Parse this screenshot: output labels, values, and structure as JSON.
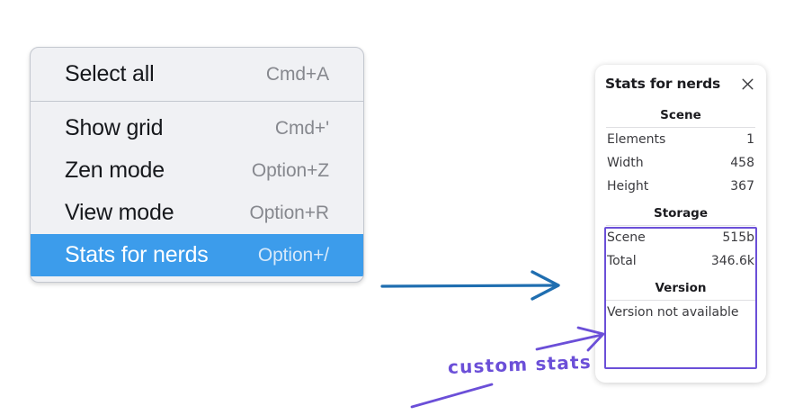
{
  "context_menu": {
    "name": "canvas-context-menu",
    "groups": [
      {
        "items": [
          {
            "label": "Select all",
            "shortcut": "Cmd+A",
            "selected": false
          }
        ]
      },
      {
        "items": [
          {
            "label": "Show grid",
            "shortcut": "Cmd+'",
            "selected": false
          },
          {
            "label": "Zen mode",
            "shortcut": "Option+Z",
            "selected": false
          },
          {
            "label": "View mode",
            "shortcut": "Option+R",
            "selected": false
          },
          {
            "label": "Stats for nerds",
            "shortcut": "Option+/",
            "selected": true
          }
        ]
      }
    ],
    "highlight_color": "#3c9ceb"
  },
  "stats_panel": {
    "title": "Stats for nerds",
    "close_icon": "close-icon",
    "sections": [
      {
        "heading": "Scene",
        "rows": [
          {
            "key": "Elements",
            "value": "1"
          },
          {
            "key": "Width",
            "value": "458"
          },
          {
            "key": "Height",
            "value": "367"
          }
        ]
      },
      {
        "heading": "Storage",
        "rows": [
          {
            "key": "Scene",
            "value": "515b"
          },
          {
            "key": "Total",
            "value": "346.6k"
          }
        ]
      },
      {
        "heading": "Version",
        "note": "Version not available"
      }
    ]
  },
  "annotations": {
    "flow_arrow_color": "#1f6eb0",
    "callout_color": "#6b4fd8",
    "callout_text": "custom stats",
    "highlight_box_label": "custom-stats-highlight"
  }
}
